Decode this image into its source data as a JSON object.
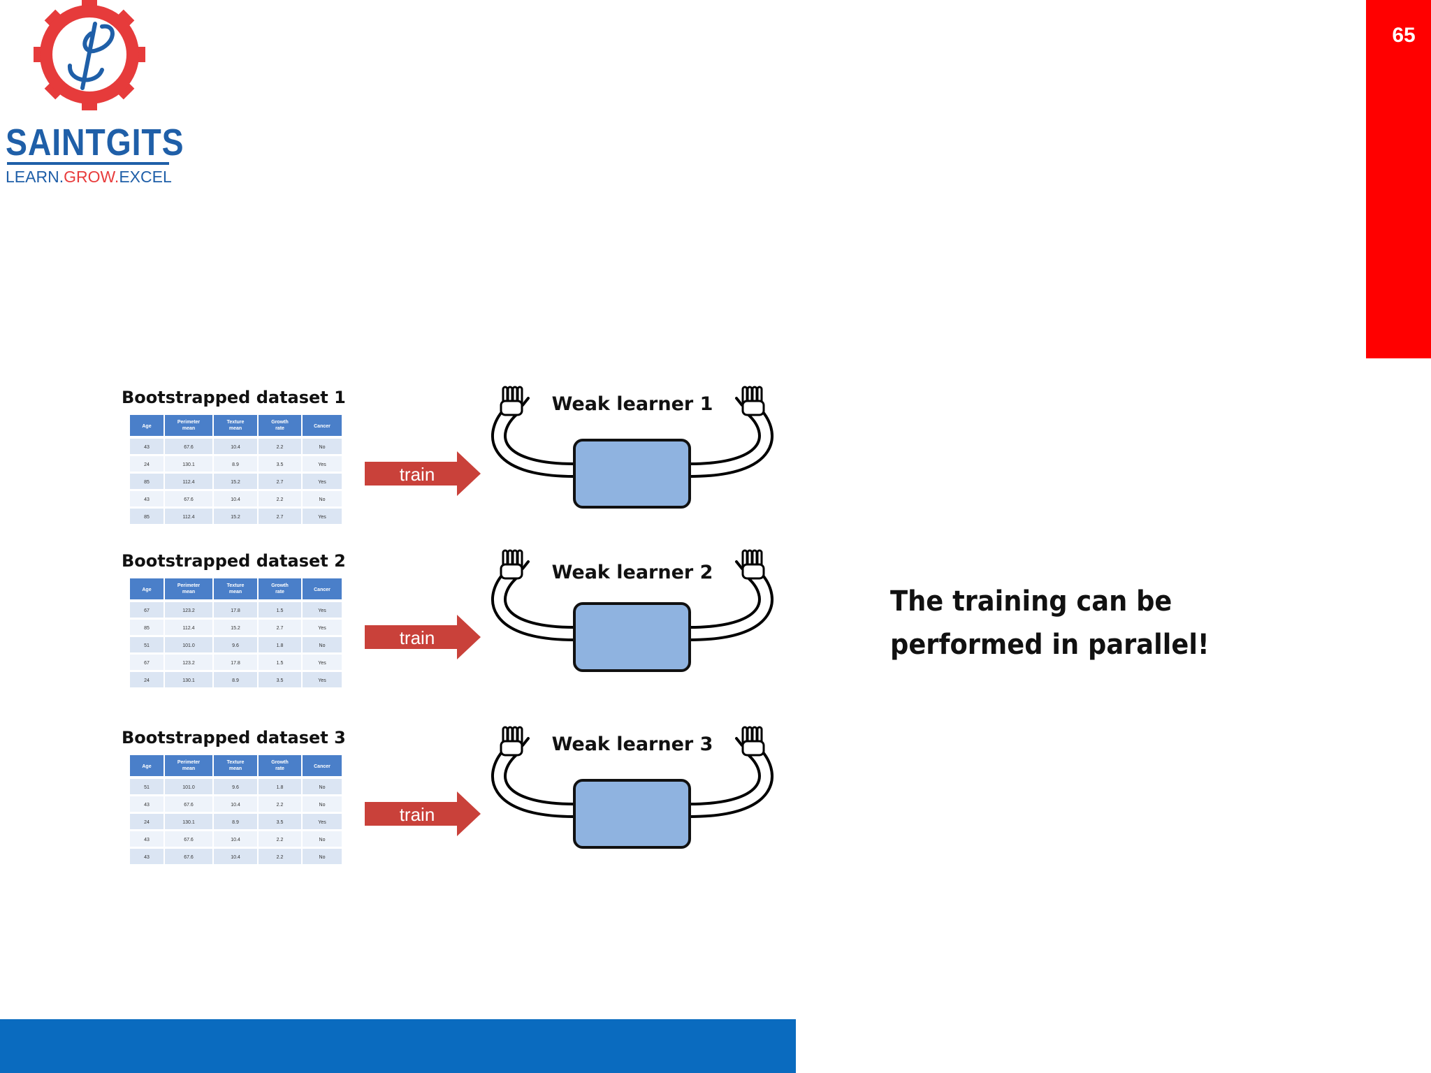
{
  "logo": {
    "name": "SAINTGITS",
    "tagline_learn": "LEARN.",
    "tagline_grow": "GROW.",
    "tagline_excel": "EXCEL"
  },
  "slide_number": "65",
  "colors": {
    "brand_blue": "#1f5fa8",
    "side_bar": "#ff0000",
    "bottom_bar": "#0a6bbf",
    "arrow": "#c9413a",
    "learner_box": "#8fb3e0",
    "table_header": "#4a7fc9"
  },
  "datasets": [
    {
      "title": "Bootstrapped dataset 1",
      "arrow_label": "train",
      "learner_label": "Weak learner 1",
      "table": {
        "headers": [
          "Age",
          "Perimeter mean",
          "Texture mean",
          "Growth rate",
          "Cancer"
        ],
        "rows": [
          [
            "43",
            "67.6",
            "10.4",
            "2.2",
            "No"
          ],
          [
            "24",
            "130.1",
            "8.9",
            "3.5",
            "Yes"
          ],
          [
            "85",
            "112.4",
            "15.2",
            "2.7",
            "Yes"
          ],
          [
            "43",
            "67.6",
            "10.4",
            "2.2",
            "No"
          ],
          [
            "85",
            "112.4",
            "15.2",
            "2.7",
            "Yes"
          ]
        ]
      }
    },
    {
      "title": "Bootstrapped dataset 2",
      "arrow_label": "train",
      "learner_label": "Weak learner 2",
      "table": {
        "headers": [
          "Age",
          "Perimeter mean",
          "Texture mean",
          "Growth rate",
          "Cancer"
        ],
        "rows": [
          [
            "67",
            "123.2",
            "17.8",
            "1.5",
            "Yes"
          ],
          [
            "85",
            "112.4",
            "15.2",
            "2.7",
            "Yes"
          ],
          [
            "51",
            "101.0",
            "9.6",
            "1.8",
            "No"
          ],
          [
            "67",
            "123.2",
            "17.8",
            "1.5",
            "Yes"
          ],
          [
            "24",
            "130.1",
            "8.9",
            "3.5",
            "Yes"
          ]
        ]
      }
    },
    {
      "title": "Bootstrapped dataset 3",
      "arrow_label": "train",
      "learner_label": "Weak learner 3",
      "table": {
        "headers": [
          "Age",
          "Perimeter mean",
          "Texture mean",
          "Growth rate",
          "Cancer"
        ],
        "rows": [
          [
            "51",
            "101.0",
            "9.6",
            "1.8",
            "No"
          ],
          [
            "43",
            "67.6",
            "10.4",
            "2.2",
            "No"
          ],
          [
            "24",
            "130.1",
            "8.9",
            "3.5",
            "Yes"
          ],
          [
            "43",
            "67.6",
            "10.4",
            "2.2",
            "No"
          ],
          [
            "43",
            "67.6",
            "10.4",
            "2.2",
            "No"
          ]
        ]
      }
    }
  ],
  "note": {
    "line1": "The training can be",
    "line2": "performed in parallel!"
  }
}
